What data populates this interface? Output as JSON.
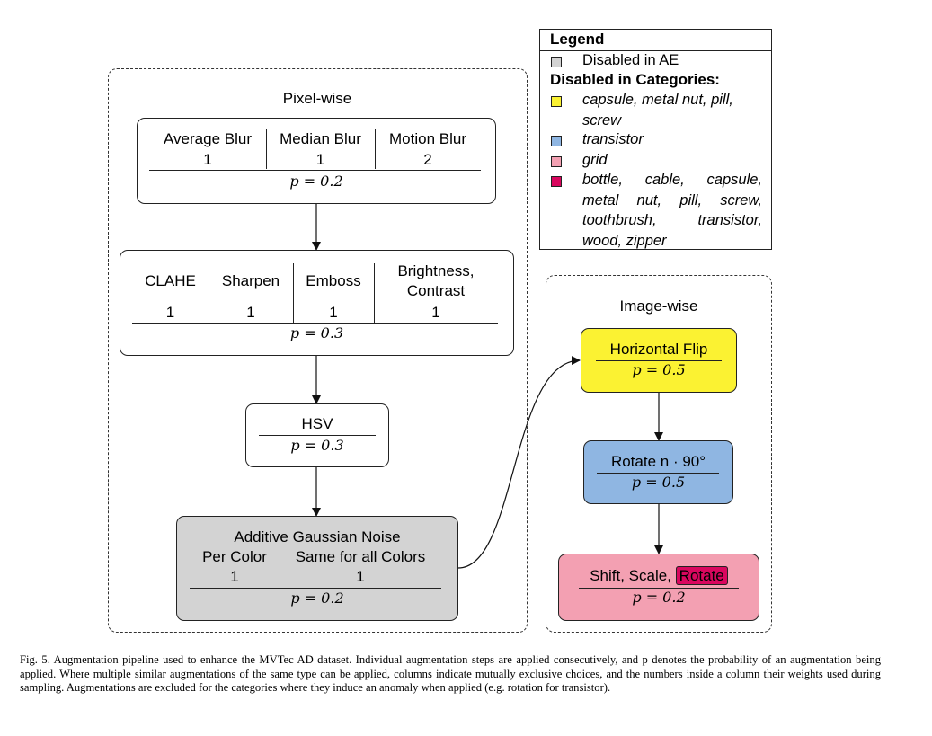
{
  "legend": {
    "title": "Legend",
    "disabled_ae": "Disabled in AE",
    "categories_title": "Disabled in Categories:",
    "entries": [
      {
        "color": "#fbf232",
        "text": "capsule, metal nut, pill, screw"
      },
      {
        "color": "#8fb6e2",
        "text": "transistor"
      },
      {
        "color": "#f3a0b2",
        "text": "grid"
      },
      {
        "color": "#d9075e",
        "text": "bottle, cable, capsule, metal nut, pill, screw, toothbrush, transistor, wood, zipper"
      }
    ],
    "disabled_ae_color": "#d3d3d3"
  },
  "pixel_wise": {
    "title": "Pixel-wise",
    "blur": {
      "cols": [
        {
          "name": "Average Blur",
          "weight": "1"
        },
        {
          "name": "Median Blur",
          "weight": "1"
        },
        {
          "name": "Motion Blur",
          "weight": "2"
        }
      ],
      "p": "p = 0.2"
    },
    "enhance": {
      "cols": [
        {
          "name": "CLAHE",
          "weight": "1"
        },
        {
          "name": "Sharpen",
          "weight": "1"
        },
        {
          "name": "Emboss",
          "weight": "1"
        },
        {
          "name_line1": "Brightness,",
          "name_line2": "Contrast",
          "weight": "1"
        }
      ],
      "p": "p = 0.3"
    },
    "hsv": {
      "name": "HSV",
      "p": "p = 0.3"
    },
    "noise": {
      "title": "Additive Gaussian Noise",
      "cols": [
        {
          "name": "Per Color",
          "weight": "1"
        },
        {
          "name": "Same for all Colors",
          "weight": "1"
        }
      ],
      "p": "p = 0.2",
      "color": "#d3d3d3"
    }
  },
  "image_wise": {
    "title": "Image-wise",
    "hflip": {
      "name": "Horizontal Flip",
      "p": "p = 0.5",
      "color": "#fbf232"
    },
    "rotate": {
      "name": "Rotate n · 90°",
      "p": "p = 0.5",
      "color": "#8fb6e2"
    },
    "shift": {
      "name": "Shift, Scale,",
      "tag": "Rotate",
      "p": "p = 0.2",
      "color": "#f3a0b2",
      "tag_color": "#d9075e"
    }
  },
  "caption": "Fig. 5.  Augmentation pipeline used to enhance the MVTec AD dataset. Individual augmentation steps are applied consecutively, and p denotes the probability of an augmentation being applied. Where multiple similar augmentations of the same type can be applied, columns indicate mutually exclusive choices, and the numbers inside a column their weights used during sampling. Augmentations are excluded for the categories where they induce an anomaly when applied (e.g. rotation for transistor)."
}
